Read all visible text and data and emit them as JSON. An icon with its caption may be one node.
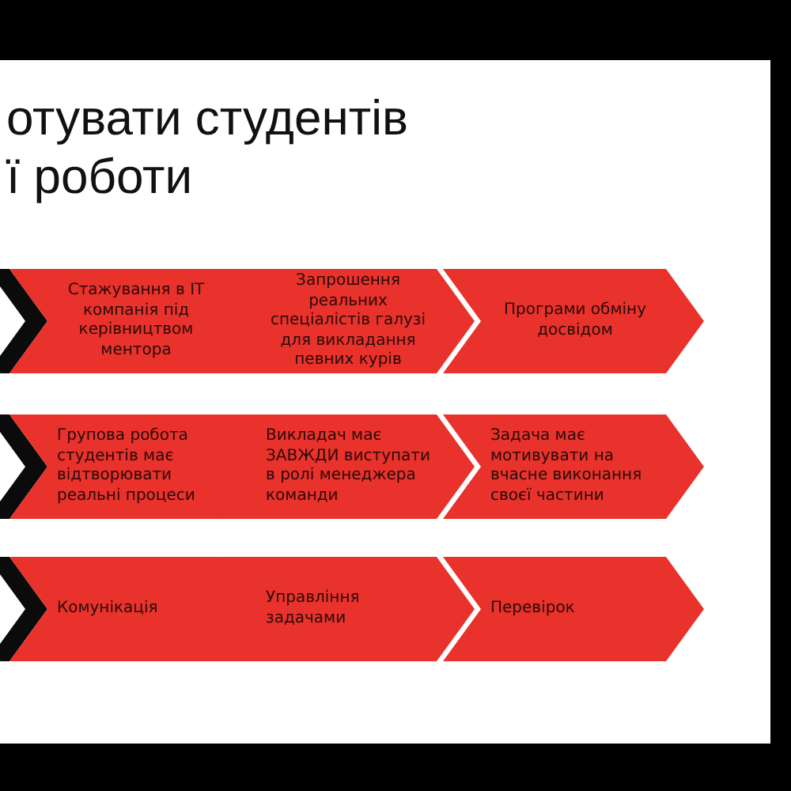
{
  "diagram": {
    "title": "отувати студентів ї роботи",
    "nodes": [
      {
        "text": [],
        "shape": "chevron"
      },
      {
        "text": [
          "Стажування в ІТ компанія під керівництвом ментора"
        ]
      },
      {
        "text": [
          "Запрошення реальних спеціалістів галузі для викладання певних курів"
        ]
      },
      {
        "text": [
          "Програми обміну досвідом"
        ]
      },
      {
        "text": [],
        "shape": "chevron"
      },
      {
        "text": [
          "Групова робота студентів має відтворювати реальні процеси"
        ]
      },
      {
        "text": [
          "Викладач має ЗАВЖДИ виступати в ролі менеджера команди"
        ]
      },
      {
        "text": [
          "Задача має мотивувати на вчасне виконання своєї частини"
        ]
      },
      {
        "text": [],
        "shape": "chevron"
      },
      {
        "text": [
          "Комунікація"
        ]
      },
      {
        "text": [
          "Управління задачами"
        ]
      },
      {
        "text": [
          "Перевірок"
        ]
      }
    ]
  }
}
